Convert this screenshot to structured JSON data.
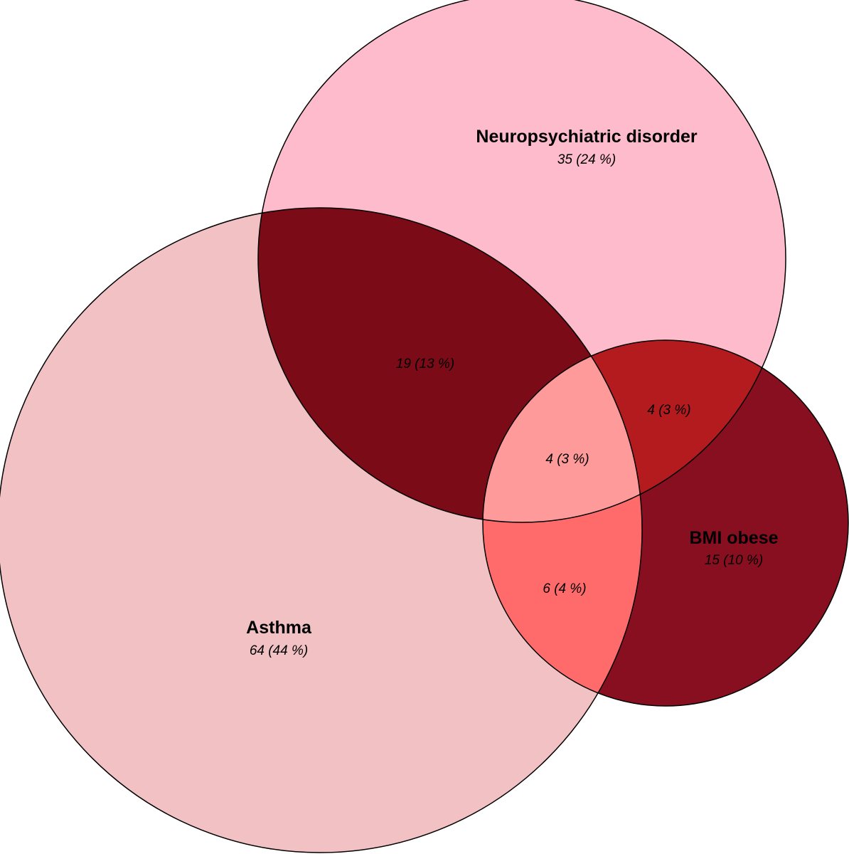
{
  "sets": {
    "asthma": {
      "name": "Asthma",
      "count": "64 (44 %)",
      "color": "#F2C1C3"
    },
    "neuro": {
      "name": "Neuropsychiatric disorder",
      "count": "35 (24 %)",
      "color": "#FEBBCB"
    },
    "bmi": {
      "name": "BMI obese",
      "count": "15 (10 %)",
      "color": "#870F1F"
    }
  },
  "intersections": {
    "asthma_neuro": {
      "count": "19 (13 %)",
      "color": "#7A0B17"
    },
    "neuro_bmi": {
      "count": "4 (3 %)",
      "color": "#B31B1E"
    },
    "asthma_bmi": {
      "count": "6 (4 %)",
      "color": "#FF6B6B"
    },
    "all": {
      "count": "4 (3 %)",
      "color": "#FE9A9A"
    }
  }
}
